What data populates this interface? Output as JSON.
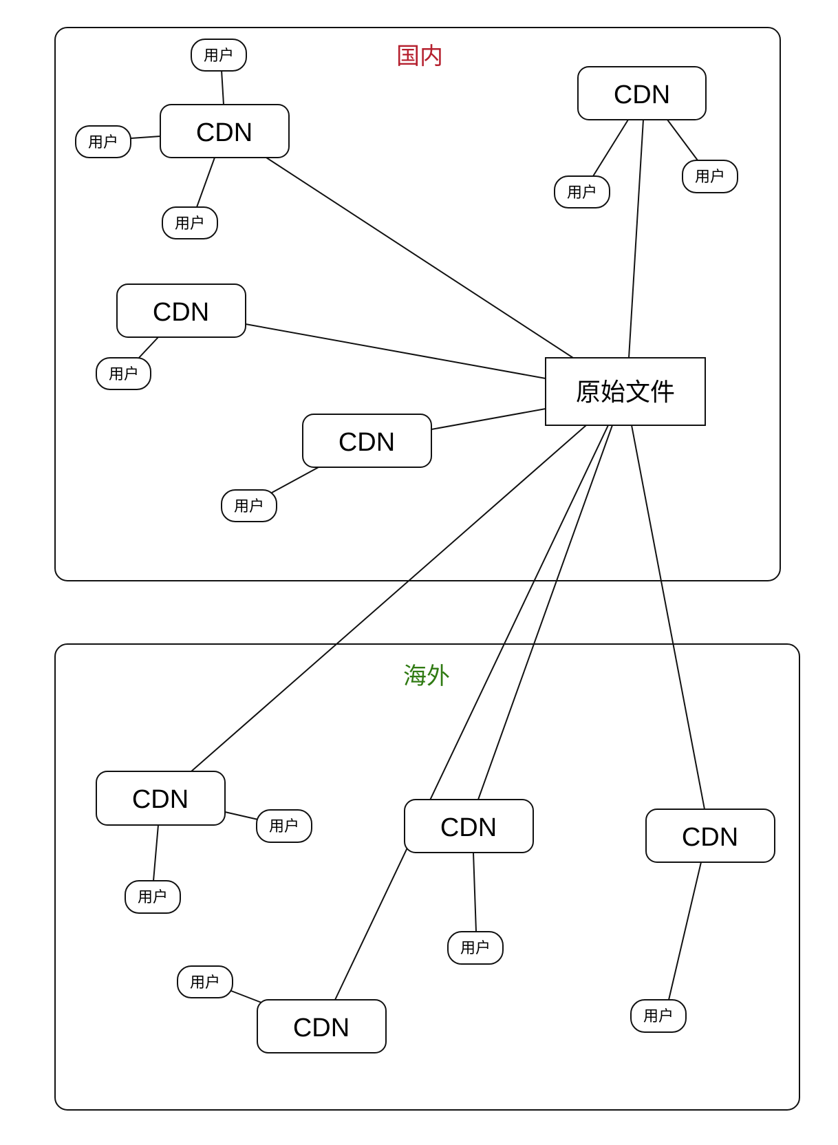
{
  "diagram": {
    "regions": [
      {
        "id": "domestic",
        "title": "国内",
        "title_color": "#b5202e"
      },
      {
        "id": "overseas",
        "title": "海外",
        "title_color": "#2f7a12"
      }
    ],
    "origin": {
      "id": "origin",
      "label": "原始文件"
    },
    "cdn_nodes": [
      {
        "id": "cdn-d1",
        "region": "domestic",
        "label": "CDN",
        "users": [
          "用户",
          "用户",
          "用户"
        ]
      },
      {
        "id": "cdn-d2",
        "region": "domestic",
        "label": "CDN",
        "users": [
          "用户",
          "用户"
        ]
      },
      {
        "id": "cdn-d3",
        "region": "domestic",
        "label": "CDN",
        "users": [
          "用户"
        ]
      },
      {
        "id": "cdn-d4",
        "region": "domestic",
        "label": "CDN",
        "users": [
          "用户"
        ]
      },
      {
        "id": "cdn-o1",
        "region": "overseas",
        "label": "CDN",
        "users": [
          "用户",
          "用户"
        ]
      },
      {
        "id": "cdn-o2",
        "region": "overseas",
        "label": "CDN",
        "users": [
          "用户"
        ]
      },
      {
        "id": "cdn-o3",
        "region": "overseas",
        "label": "CDN",
        "users": [
          "用户"
        ]
      },
      {
        "id": "cdn-o4",
        "region": "overseas",
        "label": "CDN",
        "users": [
          "用户"
        ]
      }
    ],
    "edges": [
      [
        "origin",
        "cdn-d1"
      ],
      [
        "origin",
        "cdn-d2"
      ],
      [
        "origin",
        "cdn-d3"
      ],
      [
        "origin",
        "cdn-d4"
      ],
      [
        "origin",
        "cdn-o1"
      ],
      [
        "origin",
        "cdn-o2"
      ],
      [
        "origin",
        "cdn-o3"
      ],
      [
        "origin",
        "cdn-o4"
      ]
    ]
  }
}
